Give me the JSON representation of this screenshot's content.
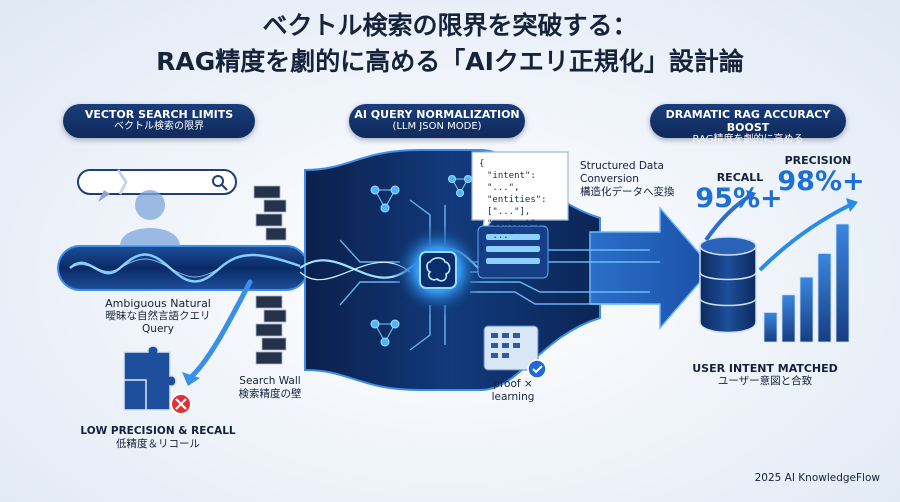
{
  "title": {
    "line1": "ベクトル検索の限界を突破する：",
    "line2": "RAG精度を劇的に高める「AIクエリ正規化」設計論"
  },
  "sections": {
    "left": {
      "en": "VECTOR SEARCH LIMITS",
      "ja": "ベクトル検索の限界"
    },
    "middle": {
      "en": "AI QUERY NORMALIZATION",
      "ja": "(LLM JSON MODE)"
    },
    "right": {
      "en": "DRAMATIC RAG ACCURACY BOOST",
      "ja": "RAG精度を劇的に高める"
    }
  },
  "left_labels": {
    "query": {
      "en": "Ambiguous Natural",
      "ja": "曖昧な自然言語クエリ",
      "en2": "Query"
    },
    "wall": {
      "en": "Search Wall",
      "ja": "検索精度の壁"
    },
    "low": {
      "en": "LOW PRECISION & RECALL",
      "ja": "低精度＆リコール"
    }
  },
  "json_snippet": {
    "open": "{",
    "intent": "\"intent\": \"...\",",
    "entities": "\"entities\": [\"...\"],",
    "context": "\"context\": \"...\"",
    "close": "}"
  },
  "structured": {
    "en1": "Structured Data",
    "en2": "Conversion",
    "ja": "構造化データへ変換"
  },
  "proof": {
    "line1": "proof ×",
    "line2": "learning"
  },
  "metrics": {
    "recall_label": "RECALL",
    "recall_value": "95%+",
    "precision_label": "PRECISION",
    "precision_value": "98%+"
  },
  "bar_levels": [
    0.25,
    0.4,
    0.55,
    0.75,
    1.0
  ],
  "result": {
    "en": "USER INTENT MATCHED",
    "ja": "ユーザー意図と合致"
  },
  "footer": "2025 AI KnowledgeFlow",
  "colors": {
    "navy": "#0f2a5c",
    "accent": "#1d6fd8",
    "glow": "#4db4ff",
    "error": "#e0303a"
  },
  "icons": [
    "search-bar-icon",
    "user-silhouette-icon",
    "brick-wall-icon",
    "puzzle-icon",
    "error-x-icon",
    "brain-chip-icon",
    "network-node-icon",
    "checklist-icon",
    "check-badge-icon",
    "database-icon",
    "bar-chart-icon",
    "up-arrow-icon"
  ]
}
